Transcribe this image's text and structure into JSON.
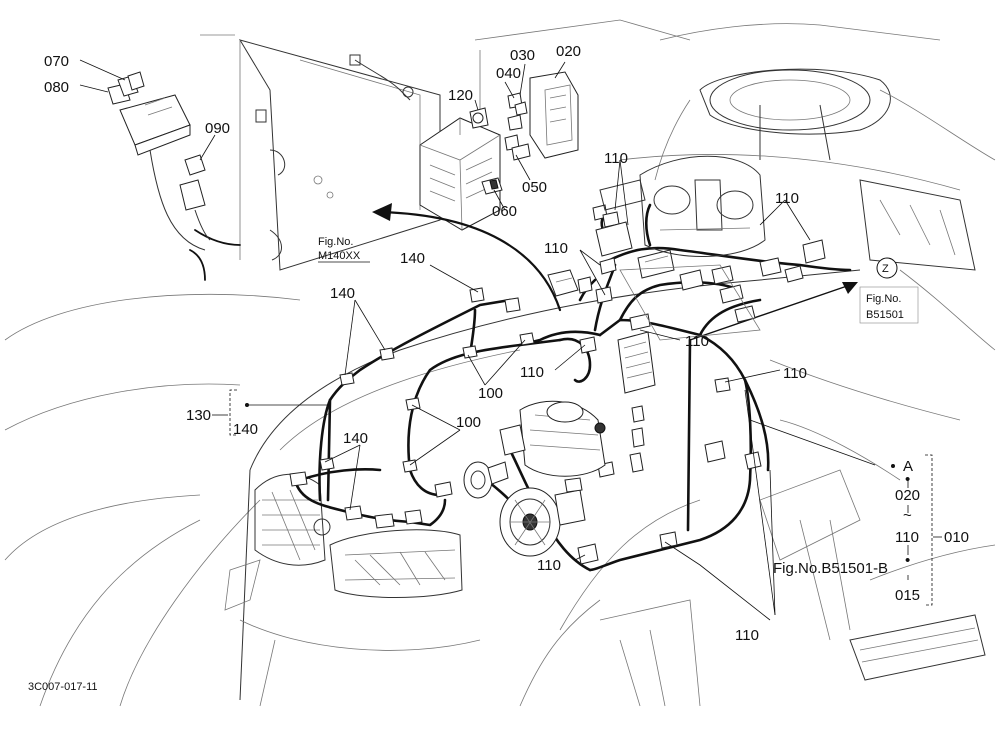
{
  "callouts": {
    "c070": "070",
    "c080": "080",
    "c090": "090",
    "c120": "120",
    "c040": "040",
    "c030": "030",
    "c020": "020",
    "c050": "050",
    "c060": "060",
    "c110_a": "110",
    "c110_b": "110",
    "c110_c": "110",
    "c110_d": "110",
    "c110_e": "110",
    "c110_f": "110",
    "c110_g": "110",
    "c110_h": "110",
    "c140_a": "140",
    "c140_b": "140",
    "c140_c": "140",
    "c100_a": "100",
    "c100_b": "100",
    "c130": "130",
    "c140_group": "140"
  },
  "figrefs": {
    "m140_line1": "Fig.No.",
    "m140_line2": "M140XX",
    "b51501_line1": "Fig.No.",
    "b51501_line2": "B51501",
    "b51501b": "Fig.No.B51501-B"
  },
  "view_marker": "Z",
  "assembly_list": {
    "a": "A",
    "dot": "•",
    "start": "020",
    "tilde": "~",
    "end": "110",
    "total": "010",
    "dot2": "•",
    "tail": "015"
  },
  "drawing_code": "3C007-017-11"
}
